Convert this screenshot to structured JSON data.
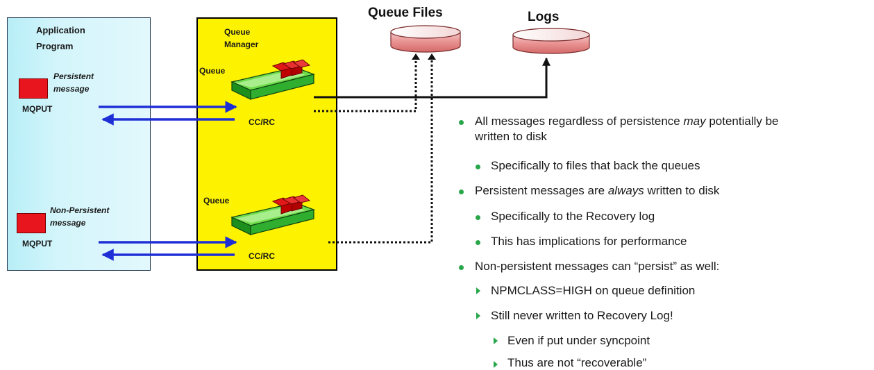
{
  "application": {
    "title_line1": "Application",
    "title_line2": "Program",
    "persistent_label_1": "Persistent",
    "persistent_label_2": "message",
    "nonpersistent_label_1": "Non-Persistent",
    "nonpersistent_label_2": "message",
    "mqput_top": "MQPUT",
    "mqput_bottom": "MQPUT"
  },
  "queue_manager": {
    "title_line1": "Queue",
    "title_line2": "Manager",
    "queue_top": "Queue",
    "queue_bottom": "Queue",
    "ccrc_top": "CC/RC",
    "ccrc_bottom": "CC/RC"
  },
  "storage": {
    "queue_files": "Queue Files",
    "logs": "Logs"
  },
  "bullets": [
    {
      "level": 1,
      "line1_pre": "All messages regardless of persistence ",
      "line1_em": "may",
      "line1_post": " potentially be",
      "line2": "written to disk"
    },
    {
      "level": 2,
      "text": "Specifically to files that back the queues"
    },
    {
      "level": 1,
      "pre": "Persistent messages are ",
      "em": "always",
      "post": " written to disk"
    },
    {
      "level": 2,
      "text": "Specifically to the Recovery log"
    },
    {
      "level": 2,
      "text": "This has implications for performance"
    },
    {
      "level": 1,
      "text": "Non-persistent messages can “persist” as well:"
    },
    {
      "level": 2,
      "text": "NPMCLASS=HIGH on queue definition"
    },
    {
      "level": 2,
      "text": "Still never written to Recovery Log!"
    },
    {
      "level": 3,
      "text": "Even if put under syncpoint"
    },
    {
      "level": 3,
      "text": "Thus are not “recoverable”"
    }
  ],
  "colors": {
    "app_box": "#c8f2f9",
    "queue_manager_box": "#fdf200",
    "message_red": "#e8141e",
    "arrow_blue": "#1f2fd6",
    "bullet_green": "#28a64a"
  }
}
